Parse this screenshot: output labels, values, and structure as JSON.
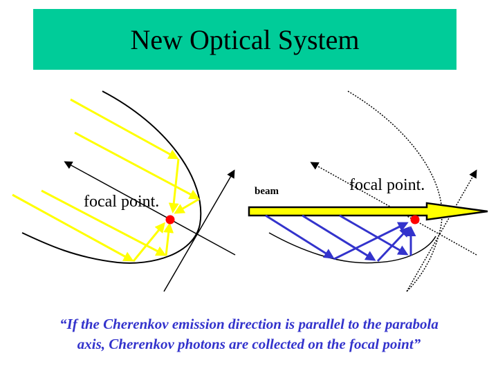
{
  "title": "New Optical System",
  "left_diagram": {
    "focal_label": "focal point."
  },
  "right_diagram": {
    "focal_label": "focal point.",
    "beam_label": "beam"
  },
  "caption": {
    "line1": "“If the Cherenkov emission direction is parallel to the parabola",
    "line2": "axis, Cherenkov photons are collected on the focal point”"
  },
  "colors": {
    "banner": "#00cc99",
    "ray": "#ffff00",
    "photon": "#3333cc",
    "focus": "#ff0000"
  }
}
